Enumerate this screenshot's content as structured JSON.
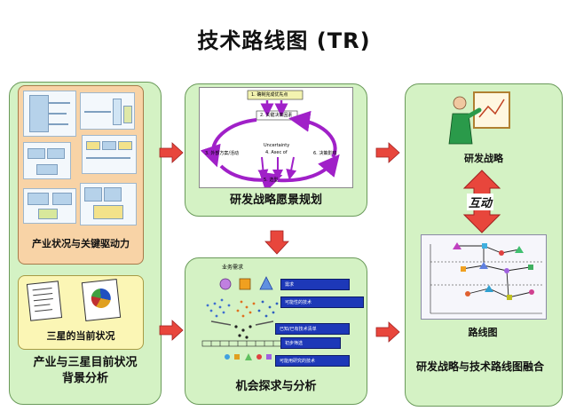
{
  "title": "技术路线图 (TR)",
  "left_panel": {
    "label": "产业与三星目前状况\n背景分析",
    "box1_label": "产业状况与关键驱动力",
    "box2_label": "三星的当前状况"
  },
  "mid_top": {
    "label": "研发战略愿景规划",
    "node_top": "1. 确制完成优先点",
    "node_mid": "2. 关键决策因素",
    "node_left": "3. 外部方案/活动",
    "uncertainty": "Uncertainty",
    "assoc": "4. Asec of",
    "node_right": "6. 决策影响",
    "node_bottom": "5. 选型"
  },
  "mid_bottom": {
    "label": "机会探求与分析",
    "header": "业务需求",
    "boxes": [
      "需求",
      "可能性的技术",
      "已知/已有技术清单",
      "初步筛选",
      "可能用研究的技术"
    ]
  },
  "right_panel": {
    "label": "研发战略与技术路线图融合",
    "strategy_label": "研发战略",
    "interact_label": "互动",
    "roadmap_label": "路线图"
  },
  "colors": {
    "panel_green": "#d4f2c4",
    "orange_box": "#f8d3a6",
    "yellow_box": "#fbf6b5",
    "arrow_red": "#e8463c",
    "cycle_purple": "#a020c8",
    "blue_box": "#1d38b8"
  }
}
